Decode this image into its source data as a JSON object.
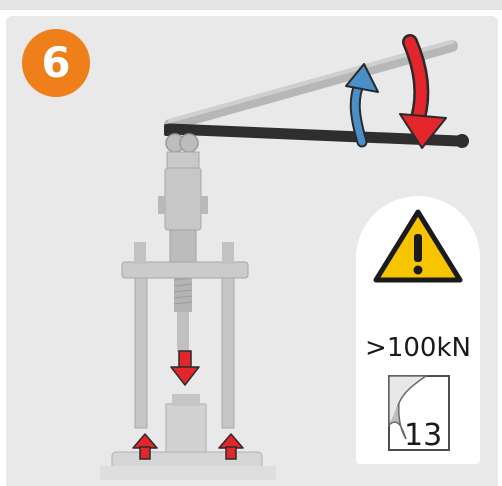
{
  "step": {
    "number": "6"
  },
  "warning": {
    "icon": "warning-triangle-icon",
    "force": ">100kN"
  },
  "reference": {
    "icon": "page-reference-icon",
    "page": "13"
  },
  "colors": {
    "step_badge": "#ef7f1a",
    "arrow_red": "#e3262c",
    "arrow_blue": "#4a8fc9",
    "warning_yellow": "#f6c500"
  }
}
